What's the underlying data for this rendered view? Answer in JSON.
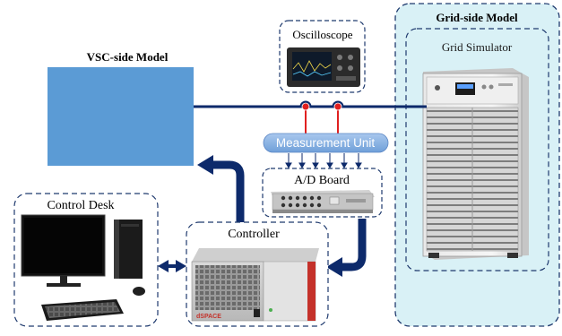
{
  "labels": {
    "vsc_model": "VSC-side Model",
    "grid_model": "Grid-side Model",
    "oscilloscope": "Oscilloscope",
    "grid_simulator": "Grid Simulator",
    "measurement_unit": "Measurement Unit",
    "ad_board": "A/D Board",
    "control_desk": "Control Desk",
    "controller": "Controller",
    "dspace_brand": "dSPACE"
  },
  "colors": {
    "vsc_block": "#5b9bd5",
    "grid_panel_fill": "#d9f1f6",
    "dashed_border": "#1f3a6e",
    "arrow_navy": "#0d2a6b",
    "signal_red": "#e02020",
    "measurement_pill": "#8db4e2"
  }
}
